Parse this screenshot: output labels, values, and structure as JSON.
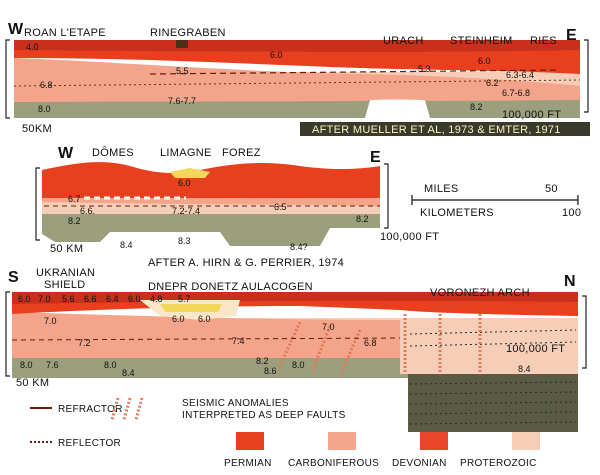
{
  "colors": {
    "permian": "#e8401f",
    "carboniferous": "#f3a48a",
    "devonian": "#e8452a",
    "proterozoic": "#f6cdb6",
    "bedrock": "#9c9f7d",
    "dark_band": "#c8301b",
    "yellow": "#f2d75a",
    "background": "#ffffff",
    "credit_band": "#3a3a2a"
  },
  "section_top": {
    "west": "W",
    "east": "E",
    "places": [
      "ROAN L'ETAPE",
      "RINEGRABEN",
      "URACH",
      "STEINHEIM",
      "RIES"
    ],
    "velocities": [
      "6.0",
      "6.0",
      "5.5",
      "5.3",
      "6.3-6.4",
      "6.8",
      "6.2",
      "7.6-7.7",
      "6.7-6.8",
      "8.0",
      "8.2"
    ],
    "depth": "50KM",
    "depth_ft": "100,000 FT",
    "top_value": "4.0",
    "credit": "AFTER MUELLER ET AL, 1973 & EMTER, 1971"
  },
  "section_mid": {
    "west": "W",
    "east": "E",
    "places": [
      "DÔMES",
      "LIMAGNE",
      "FOREZ"
    ],
    "velocities": [
      "6.0",
      "6.7",
      "6.6.",
      "7.2-7.4",
      "6.5",
      "8.2",
      "8.2",
      "8.4",
      "8.3",
      "8.4?"
    ],
    "depth": "50 KM",
    "depth_ft": "100,000 FT",
    "credit": "AFTER A. HIRN & G. PERRIER, 1974"
  },
  "scale": {
    "miles_label": "MILES",
    "miles_value": "50",
    "km_label": "KILOMETERS",
    "km_value": "100"
  },
  "section_bot": {
    "south": "S",
    "north": "N",
    "places": [
      "UKRANIAN",
      "SHIELD",
      "DNEPR DONETZ AULACOGEN",
      "VORONEZH ARCH"
    ],
    "top_velocities": [
      "6.0",
      "7.0",
      "5.6",
      "6.6",
      "6.4",
      "6.0"
    ],
    "basin_velocities": [
      "4.8",
      "5.7",
      "6.0",
      "6.0"
    ],
    "velocities": [
      "7.0",
      "7.2",
      "7.4",
      "7.0",
      "6.8",
      "8.0",
      "7.6",
      "8.0",
      "8.4",
      "8.6",
      "8.2",
      "8.0",
      "8.4"
    ],
    "depth": "50 KM",
    "depth_ft": "100,000 FT"
  },
  "legend": {
    "refractor": "REFRACTOR",
    "reflector": "REFLECTOR",
    "seismic_line1": "SEISMIC ANOMALIES",
    "seismic_line2": "INTERPRETED AS DEEP FAULTS",
    "permian": "PERMIAN",
    "carboniferous": "CARBONIFEROUS",
    "devonian": "DEVONIAN",
    "proterozoic": "PROTEROZOIC"
  }
}
